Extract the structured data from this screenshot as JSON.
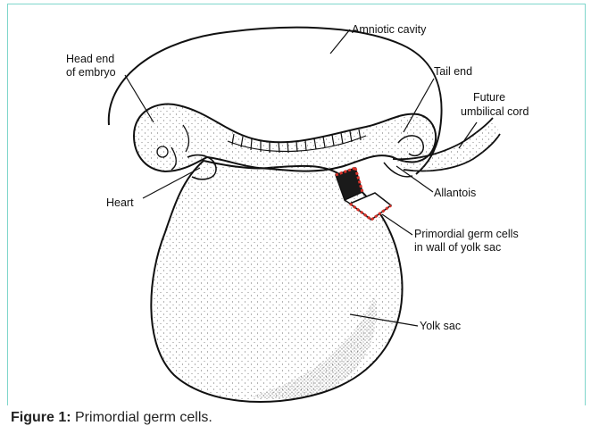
{
  "caption": {
    "label": "Figure 1:",
    "text": " Primordial germ cells."
  },
  "labels": {
    "amniotic_cavity": "Amniotic cavity",
    "head_end_1": "Head end",
    "head_end_2": "of embryo",
    "tail_end": "Tail end",
    "umbilical_1": "Future",
    "umbilical_2": "umbilical cord",
    "heart": "Heart",
    "allantois": "Allantois",
    "germ_cells_1": "Primordial germ cells",
    "germ_cells_2": "in wall of yolk sac",
    "yolk_sac": "Yolk sac"
  },
  "colors": {
    "frame": "#7fd6cb",
    "germ_cells": "#d9332b",
    "ink": "#111111"
  }
}
